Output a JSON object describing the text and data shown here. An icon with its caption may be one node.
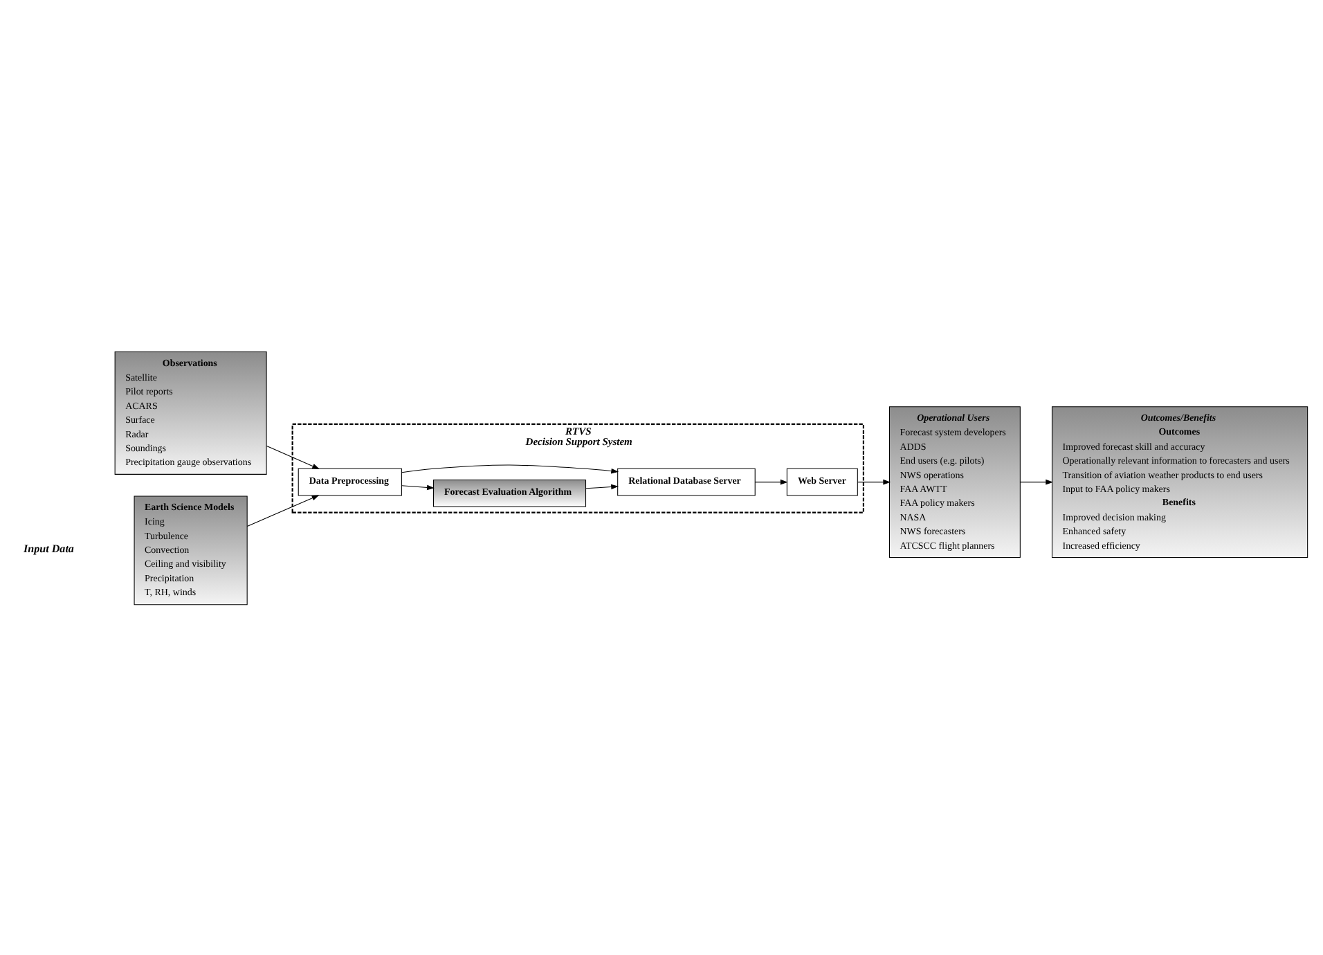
{
  "diagram": {
    "nodes": [
      {
        "text": [
          "Earth Science Models",
          "Icing",
          "Turbulence",
          "Convection",
          "Ceiling and visibility",
          "Precipitation",
          "T, RH, winds"
        ]
      },
      {
        "text": [
          "Observations",
          "Satellite",
          "Pilot reports",
          "ACARS",
          "Surface",
          "Radar",
          "Soundings",
          "Precipitation gauge observations"
        ]
      },
      {
        "text": [
          "RTVS",
          "Decision Support System"
        ]
      },
      {
        "text": [
          "Data Preprocessing"
        ],
        "in": 2
      },
      {
        "text": [
          "Forecast Evaluation Algorithm"
        ],
        "in": 2
      },
      {
        "text": [
          "Relational Database Server"
        ],
        "in": 2
      },
      {
        "text": [
          "Web Server"
        ],
        "in": 2
      },
      {
        "text": [
          "Outcomes/Benefits",
          "Outcomes",
          "Improved forecast skill and accuracy",
          "Operationally relevant information to forecasters and users",
          "Transition of aviation weather products to end users",
          "Input to FAA policy makers",
          "Benefits",
          "Improved decision making",
          "Enhanced safety",
          "Increased efficiency"
        ]
      },
      {
        "text": [
          "Operational Users",
          "Forecast system developers",
          "ADDS",
          "End users (e.g. pilots)",
          "NWS operations",
          "FAA AWTT",
          "FAA policy makers",
          "NASA",
          "NWS forecasters",
          "ATCSCC flight planners"
        ]
      }
    ],
    "edges": [
      {
        "from": 0,
        "to": 3,
        "arrow": "to"
      },
      {
        "from": 1,
        "to": 3,
        "arrow": "to"
      },
      {
        "from": 3,
        "to": 4,
        "arrow": "to"
      },
      {
        "from": 3,
        "to": 5,
        "arrow": "to"
      },
      {
        "from": 4,
        "to": 5,
        "arrow": "to"
      },
      {
        "from": 5,
        "to": 6,
        "arrow": "to"
      },
      {
        "from": 6,
        "to": 8,
        "arrow": "to"
      },
      {
        "from": 8,
        "to": 7,
        "arrow": "to"
      }
    ],
    "labels": [
      "Input Data"
    ]
  }
}
